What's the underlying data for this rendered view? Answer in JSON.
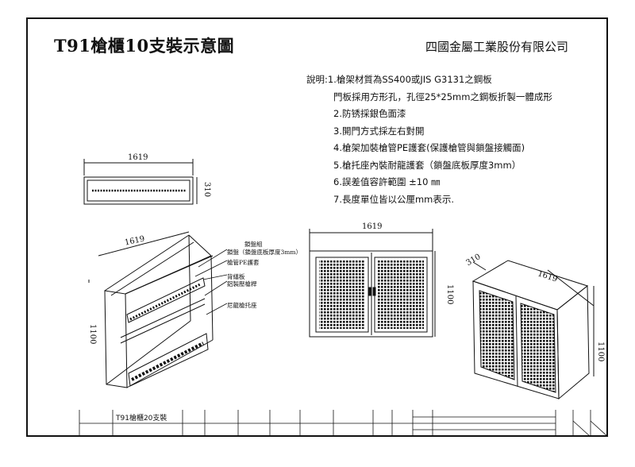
{
  "title": "T91槍櫃10支裝示意圖",
  "company": "四國金屬工業股份有限公司",
  "notes": [
    "說明:1.槍架材質為SS400或JIS G3131之鋼板",
    "門板採用方形孔，孔徑25*25mm之鋼板折製一體成形",
    "2.防锈採銀色面漆",
    "3.開門方式採左右對開",
    "4.槍架加裝槍管PE護套(保護槍管與鎖盤接觸面)",
    "5.槍托座內裝耐龍護套（鎖盤底板厚度3mm）",
    "6.誤差值容許範圍 ±10 ㎜",
    "7.長度單位皆以公厘mm表示."
  ],
  "dimensions": {
    "top_width": "1619",
    "top_depth": "310",
    "iso_width": "1619",
    "iso_height": "1100",
    "front_width": "1619",
    "front_height": "1100",
    "right_depth": "310",
    "right_width": "1619",
    "right_height": "1100"
  },
  "callouts": {
    "lock_group": "鎖盤組",
    "lock_plate": "鎖盤（鎖盤底板厚度3mm）",
    "barrel_sleeve": "槍管PE護套",
    "back_panel": "背繕板",
    "pressure_bar": "鋁製壓槍桿",
    "butt_seat": "尼龍槍托座"
  },
  "title_block": {
    "drawing_name": "T91槍櫃20支裝"
  }
}
